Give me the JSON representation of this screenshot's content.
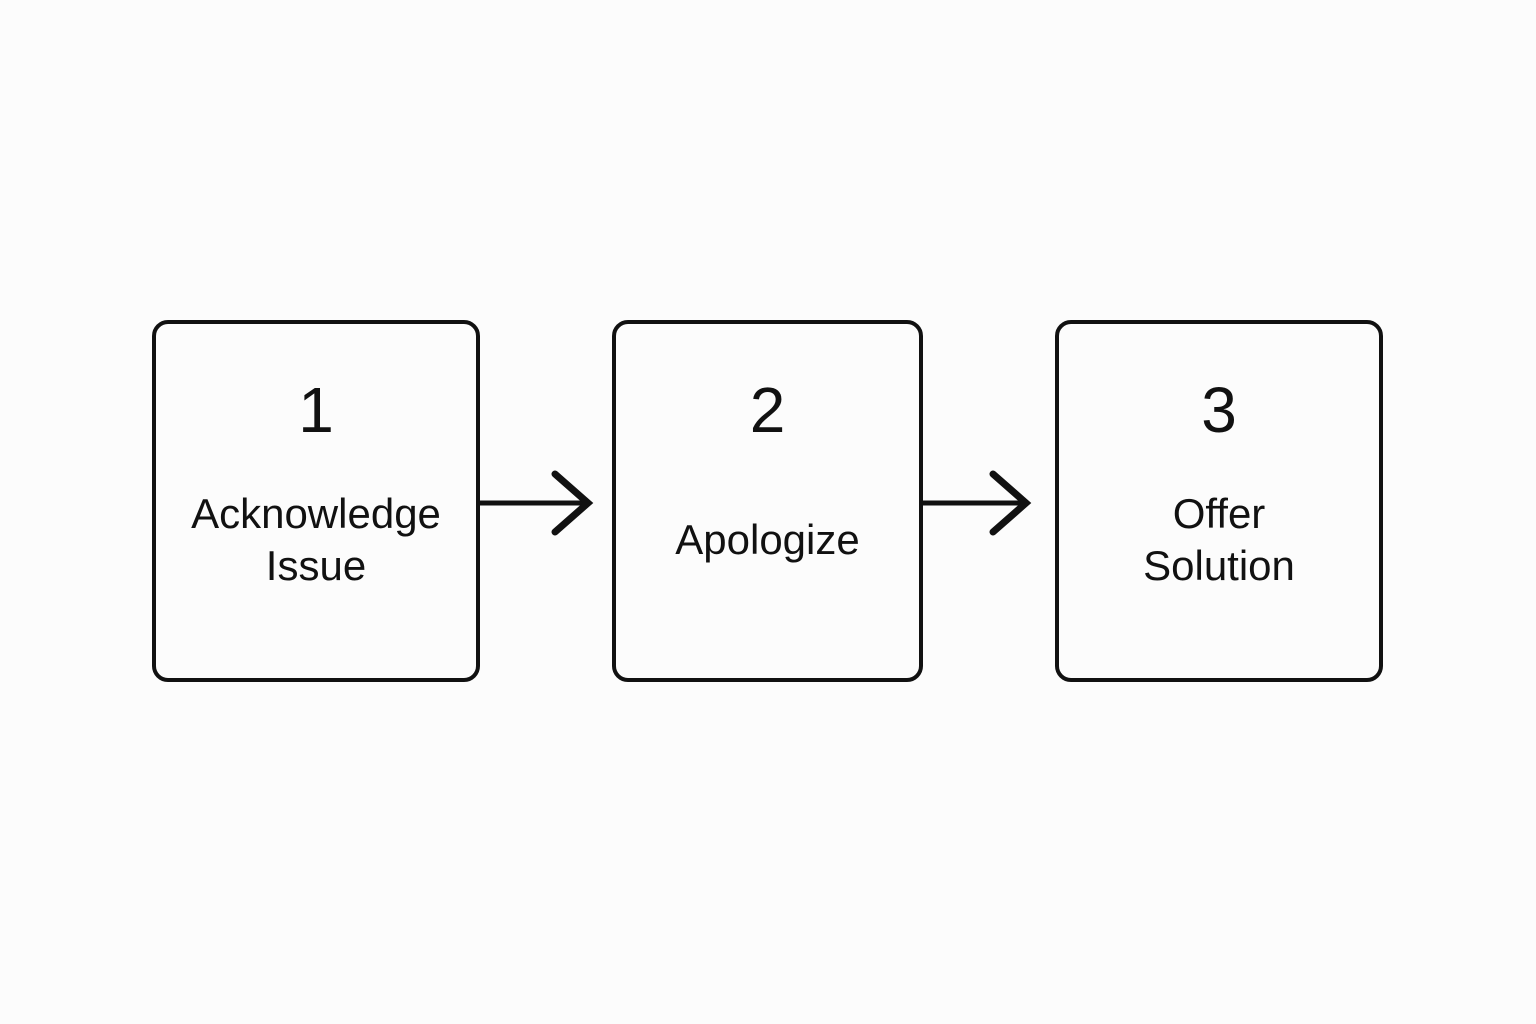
{
  "diagram": {
    "type": "process-flow",
    "orientation": "horizontal",
    "background_color": "#fcfcfc",
    "stroke_color": "#111111",
    "steps": [
      {
        "number": "1",
        "label": "Acknowledge\nIssue"
      },
      {
        "number": "2",
        "label": "Apologize"
      },
      {
        "number": "3",
        "label": "Offer\nSolution"
      }
    ],
    "connectors": [
      {
        "from": "1",
        "to": "2",
        "glyph": "arrow-right"
      },
      {
        "from": "2",
        "to": "3",
        "glyph": "arrow-right"
      }
    ]
  }
}
